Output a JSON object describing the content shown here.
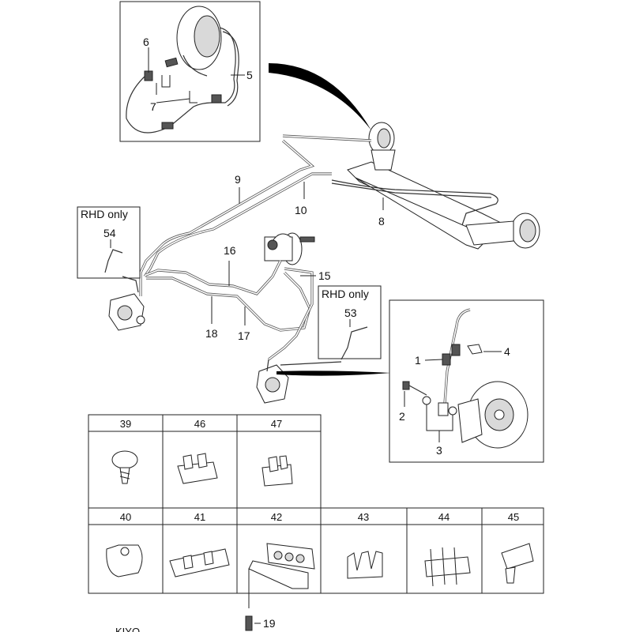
{
  "callouts": {
    "c1": "1",
    "c2": "2",
    "c3": "3",
    "c4": "4",
    "c5": "5",
    "c6": "6",
    "c7": "7",
    "c8": "8",
    "c9": "9",
    "c10": "10",
    "c15": "15",
    "c16": "16",
    "c17": "17",
    "c18": "18",
    "c19": "19",
    "c53": "53",
    "c54": "54"
  },
  "inset_notes": {
    "rhd_left": "RHD only",
    "rhd_right": "RHD only"
  },
  "parts_table": {
    "row1": [
      "39",
      "46",
      "47"
    ],
    "row2": [
      "40",
      "41",
      "42",
      "43",
      "44",
      "45"
    ]
  },
  "footer_text": "KIYO..."
}
